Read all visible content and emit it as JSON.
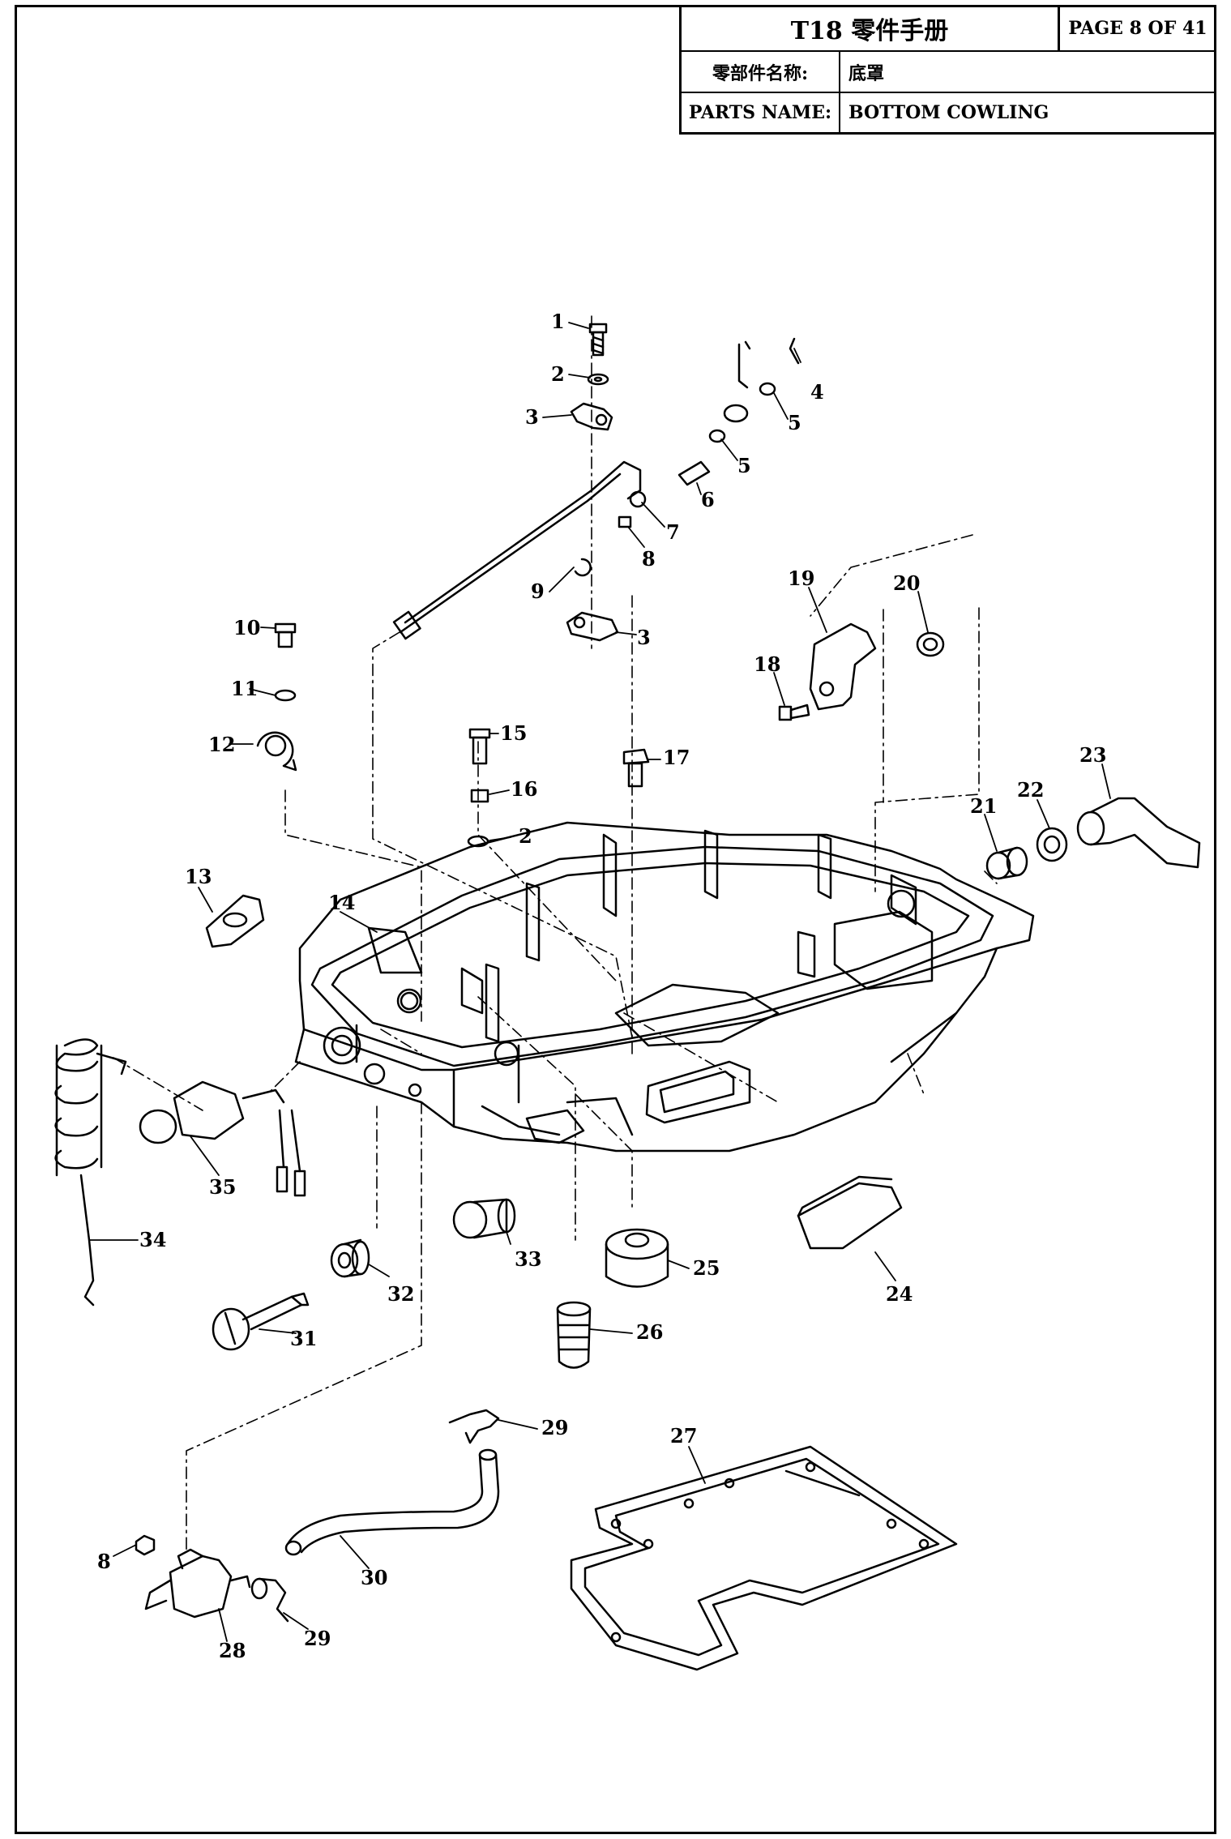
{
  "header": {
    "manual_title": "T18 零件手册",
    "page_number": "PAGE 8 OF 41",
    "part_name_label_cn": "零部件名称:",
    "part_name_value_cn": "底罩",
    "part_name_label_en": "PARTS NAME:",
    "part_name_value_en": "BOTTOM COWLING"
  },
  "callouts": [
    "1",
    "2",
    "3",
    "4",
    "5",
    "5",
    "6",
    "7",
    "8",
    "9",
    "3",
    "10",
    "11",
    "12",
    "15",
    "16",
    "2",
    "17",
    "18",
    "19",
    "20",
    "21",
    "22",
    "23",
    "13",
    "14",
    "35",
    "34",
    "33",
    "25",
    "24",
    "32",
    "31",
    "26",
    "29",
    "27",
    "30",
    "8",
    "28",
    "29"
  ]
}
